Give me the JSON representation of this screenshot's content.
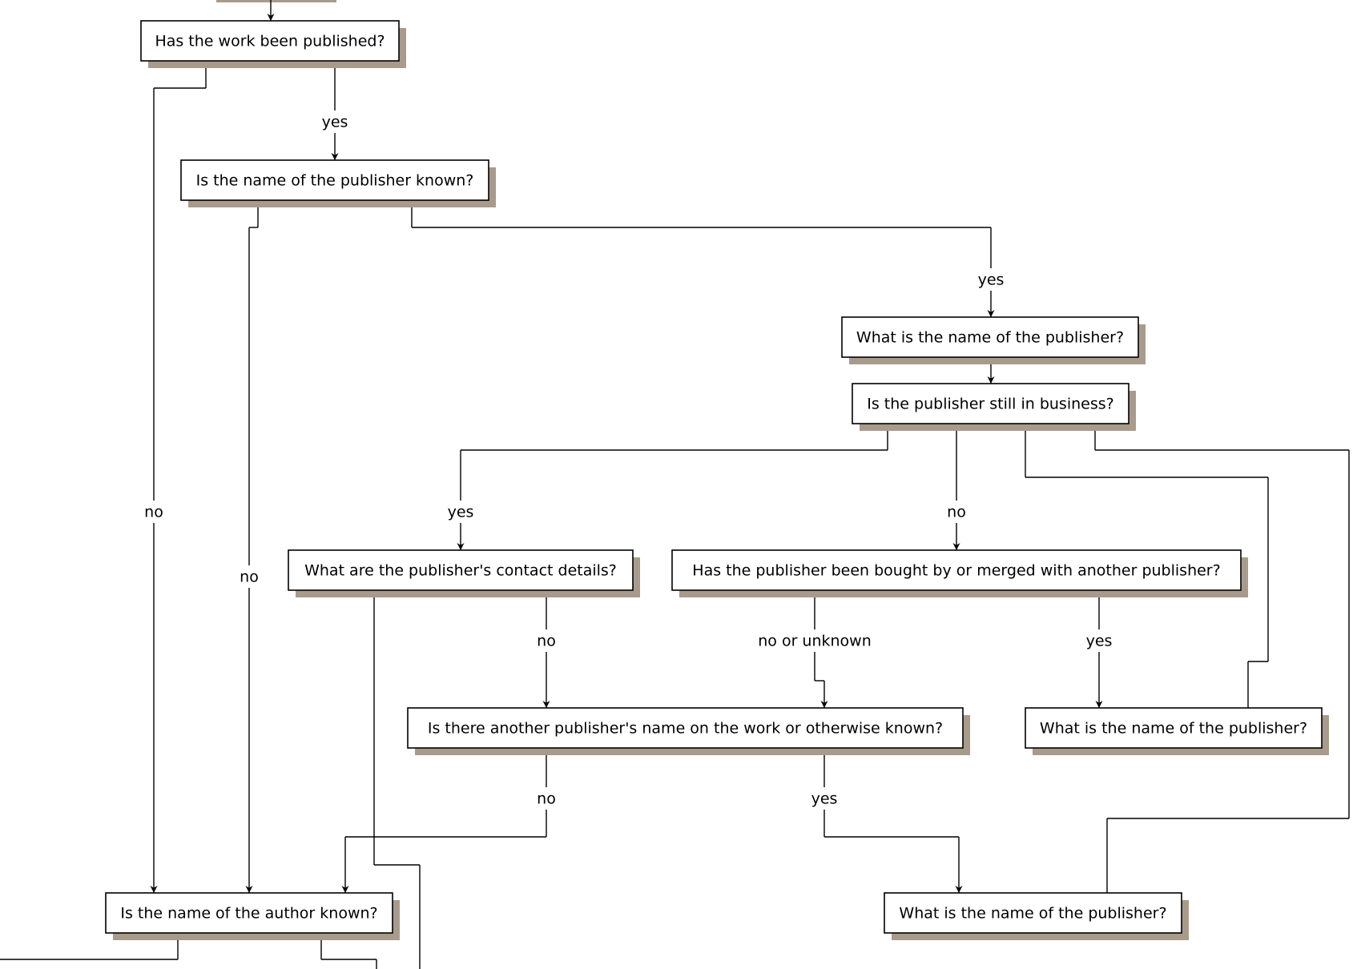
{
  "nodes": {
    "q_published": "Has the work been published?",
    "q_publisher_known": "Is the name of the publisher known?",
    "q_publisher_name_1": "What is the name of the publisher?",
    "q_still_in_business": "Is the publisher still in business?",
    "q_contact_details": "What are the publisher's contact details?",
    "q_bought_merged": "Has the publisher been bought by or merged with another publisher?",
    "q_another_publisher": "Is there another publisher's name on the work or otherwise known?",
    "q_publisher_name_2": "What is the name of the publisher?",
    "q_author_known": "Is the name of the author known?",
    "q_publisher_name_3": "What is the name of the publisher?"
  },
  "edge_labels": {
    "published_no": "no",
    "published_yes": "yes",
    "publisher_known_no": "no",
    "publisher_known_yes": "yes",
    "business_yes": "yes",
    "business_no": "no",
    "contact_no": "no",
    "merged_no_unknown": "no or unknown",
    "merged_yes": "yes",
    "another_no": "no",
    "another_yes": "yes"
  }
}
